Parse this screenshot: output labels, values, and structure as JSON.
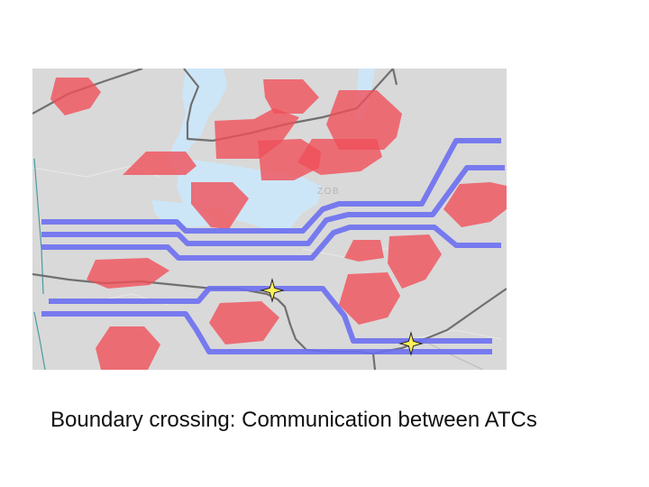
{
  "caption": "Boundary crossing: Communication between ATCs",
  "map": {
    "place_label": "ZOB",
    "colors": {
      "background": "#d9d9d9",
      "water": "#cde6f7",
      "sector_boundary": "#707070",
      "jet_route": "#6b6ff0",
      "weather_cell": "#f0505a",
      "aircraft": "#fff15a",
      "teal_line": "#4a9aa0"
    },
    "aircraft_count": 2
  }
}
